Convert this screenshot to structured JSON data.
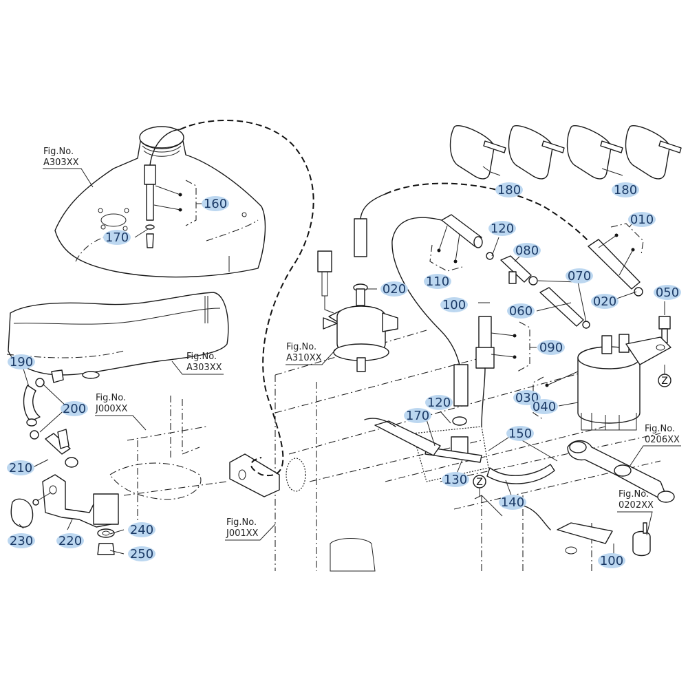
{
  "diagram": {
    "title": "Fuel system parts diagram",
    "bubble_color": "#bcd7f0",
    "callout_text_color": "#1b3a66",
    "callouts": [
      {
        "id": "c160",
        "label": "160"
      },
      {
        "id": "c170a",
        "label": "170"
      },
      {
        "id": "c190",
        "label": "190"
      },
      {
        "id": "c200",
        "label": "200"
      },
      {
        "id": "c210",
        "label": "210"
      },
      {
        "id": "c220",
        "label": "220"
      },
      {
        "id": "c230",
        "label": "230"
      },
      {
        "id": "c240",
        "label": "240"
      },
      {
        "id": "c250",
        "label": "250"
      },
      {
        "id": "c020a",
        "label": "020"
      },
      {
        "id": "c180a",
        "label": "180"
      },
      {
        "id": "c180b",
        "label": "180"
      },
      {
        "id": "c010",
        "label": "010"
      },
      {
        "id": "c120a",
        "label": "120"
      },
      {
        "id": "c080",
        "label": "080"
      },
      {
        "id": "c110",
        "label": "110"
      },
      {
        "id": "c070",
        "label": "070"
      },
      {
        "id": "c100a",
        "label": "100"
      },
      {
        "id": "c020b",
        "label": "020"
      },
      {
        "id": "c050",
        "label": "050"
      },
      {
        "id": "c060",
        "label": "060"
      },
      {
        "id": "c090",
        "label": "090"
      },
      {
        "id": "c030",
        "label": "030"
      },
      {
        "id": "c040",
        "label": "040"
      },
      {
        "id": "c120b",
        "label": "120"
      },
      {
        "id": "c170b",
        "label": "170"
      },
      {
        "id": "c150",
        "label": "150"
      },
      {
        "id": "c130",
        "label": "130"
      },
      {
        "id": "c140",
        "label": "140"
      },
      {
        "id": "c100b",
        "label": "100"
      }
    ],
    "fig_refs": [
      {
        "id": "f1",
        "line1": "Fig.No.",
        "line2": "A303XX"
      },
      {
        "id": "f2",
        "line1": "Fig.No.",
        "line2": "A303XX"
      },
      {
        "id": "f3",
        "line1": "Fig.No.",
        "line2": "J000XX"
      },
      {
        "id": "f4",
        "line1": "Fig.No.",
        "line2": "A310XX"
      },
      {
        "id": "f5",
        "line1": "Fig.No.",
        "line2": "J001XX"
      },
      {
        "id": "f6",
        "line1": "Fig.No.",
        "line2": "0206XX"
      },
      {
        "id": "f7",
        "line1": "Fig.No.",
        "line2": "0202XX"
      }
    ],
    "connection_markers": [
      {
        "id": "z1",
        "label": "Z"
      },
      {
        "id": "z2",
        "label": "Z"
      }
    ]
  }
}
